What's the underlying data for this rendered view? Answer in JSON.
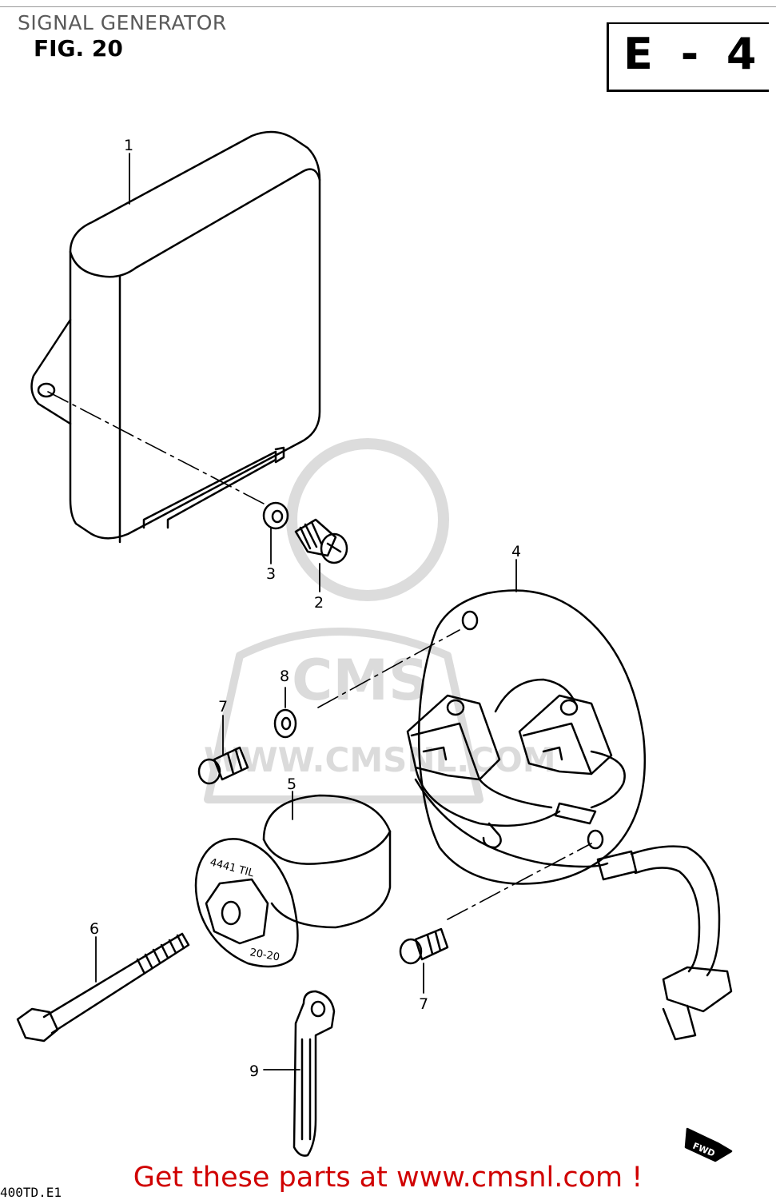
{
  "header": {
    "title": "SIGNAL GENERATOR",
    "figure": "FIG. 20",
    "section_code": "E - 4"
  },
  "callouts": [
    {
      "id": "callout-1",
      "label": "1"
    },
    {
      "id": "callout-2",
      "label": "2"
    },
    {
      "id": "callout-3",
      "label": "3"
    },
    {
      "id": "callout-4",
      "label": "4"
    },
    {
      "id": "callout-5",
      "label": "5"
    },
    {
      "id": "callout-6",
      "label": "6"
    },
    {
      "id": "callout-7a",
      "label": "7"
    },
    {
      "id": "callout-7b",
      "label": "7"
    },
    {
      "id": "callout-8",
      "label": "8"
    },
    {
      "id": "callout-9",
      "label": "9"
    }
  ],
  "rotor_markings": {
    "upper": "4441 TIL",
    "lower": "20-20"
  },
  "fwd_marker": "FWD",
  "watermark": {
    "brand": "CMS",
    "url": "WWW.CMSNL.COM"
  },
  "footer": {
    "link_text": "Get these parts at www.cmsnl.com !",
    "model_code": "400TD.E1"
  },
  "colors": {
    "line_art": "#000000",
    "footer_link": "#d00000",
    "watermark": "#d8d8d8"
  }
}
